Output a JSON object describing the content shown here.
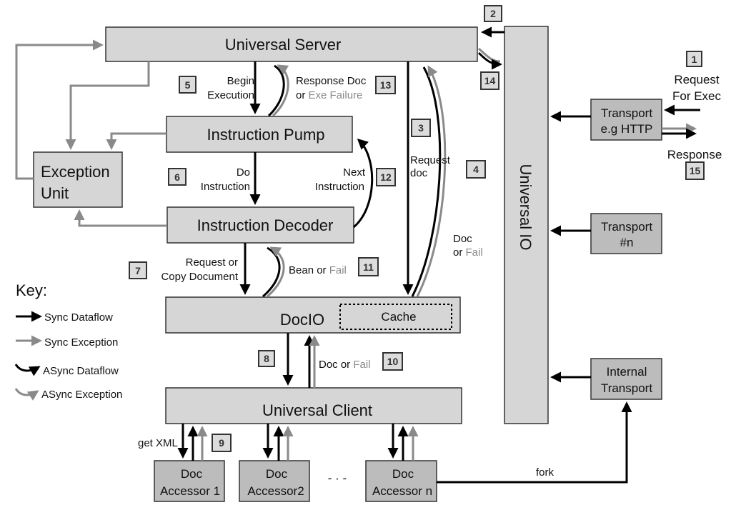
{
  "nodes": {
    "universal_server": "Universal Server",
    "instruction_pump": "Instruction Pump",
    "instruction_decoder": "Instruction Decoder",
    "exception_unit_line1": "Exception",
    "exception_unit_line2": "Unit",
    "docio": "DocIO",
    "cache": "Cache",
    "universal_client": "Universal Client",
    "universal_io": "Universal IO",
    "transport_http_line1": "Transport",
    "transport_http_line2": "e.g HTTP",
    "transport_n_line1": "Transport",
    "transport_n_line2": "#n",
    "internal_transport_line1": "Internal",
    "internal_transport_line2": "Transport",
    "doc_accessor_1_line1": "Doc",
    "doc_accessor_1_line2": "Accessor 1",
    "doc_accessor_2_line1": "Doc",
    "doc_accessor_2_line2": "Accessor2",
    "doc_accessor_n_line1": "Doc",
    "doc_accessor_n_line2": "Accessor n"
  },
  "edge_labels": {
    "begin_execution_1": "Begin",
    "begin_execution_2": "Execution",
    "response_doc_1": "Response Doc",
    "response_doc_2a": "or ",
    "response_doc_2b": "Exe Failure",
    "do_instruction_1": "Do",
    "do_instruction_2": "Instruction",
    "next_instruction_1": "Next",
    "next_instruction_2": "Instruction",
    "request_copy_1": "Request or",
    "request_copy_2": "Copy Document",
    "bean_or": "Bean or ",
    "bean_fail": "Fail",
    "request_doc_1": "Request",
    "request_doc_2": "doc",
    "doc_or_fail_1": "Doc",
    "doc_or_fail_2a": "or ",
    "doc_or_fail_2b": "Fail",
    "client_doc_or": "Doc or ",
    "client_doc_fail": "Fail",
    "get_xml": "get XML",
    "request_for_exec_1": "Request",
    "request_for_exec_2": "For Exec",
    "response": "Response",
    "fork": "fork",
    "ellipsis": "- · -"
  },
  "step_numbers": [
    "1",
    "2",
    "3",
    "4",
    "5",
    "6",
    "7",
    "8",
    "9",
    "10",
    "11",
    "12",
    "13",
    "14",
    "15"
  ],
  "key": {
    "title": "Key:",
    "sync_dataflow": "Sync Dataflow",
    "sync_exception": "Sync Exception",
    "async_dataflow": "ASync Dataflow",
    "async_exception": "ASync Exception"
  },
  "colors": {
    "box_fill": "#d6d6d6",
    "dark_box_fill": "#bcbcbc",
    "dataflow": "#000000",
    "exception": "#8a8a8a"
  }
}
